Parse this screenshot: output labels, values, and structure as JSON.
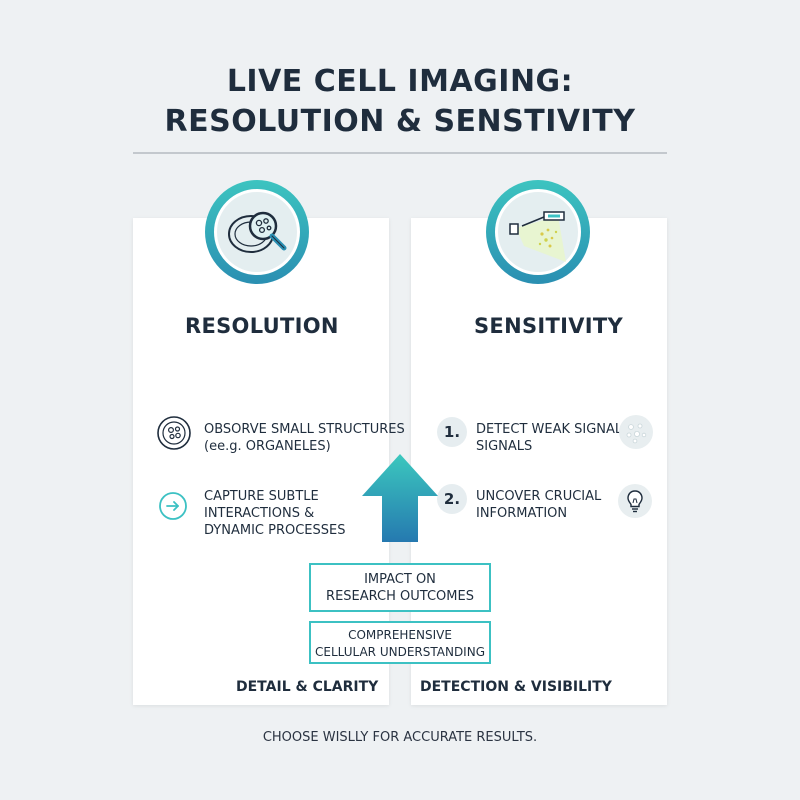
{
  "title": {
    "line1": "LIVE CELL IMAGING:",
    "line2": "RESOLUTION & SENSTIVITY"
  },
  "left_panel": {
    "heading": "RESOLUTION",
    "icon": "magnifier-cells-icon",
    "items": [
      {
        "icon": "cell-circle-icon",
        "line1": "OBSORVE SMALL STRUCTURES",
        "line2": "(ee.g. ORGANELES)"
      },
      {
        "icon": "arrow-right-circle-icon",
        "line1": "CAPTURE SUBTLE",
        "line2": "INTERACTIONS &",
        "line3": "DYNAMIC PROCESSES"
      }
    ],
    "footer": "DETAIL & CLARITY"
  },
  "right_panel": {
    "heading": "SENSITIVITY",
    "icon": "light-detector-icon",
    "items": [
      {
        "number": "1.",
        "line1": "DETECT WEAK SIGNALS",
        "line2": "SIGNALS",
        "icon": "dots-circle-icon"
      },
      {
        "number": "2.",
        "line1": "UNCOVER CRUCIAL",
        "line2": "INFORMATION",
        "icon": "lightbulb-icon"
      }
    ],
    "footer": "DETECTION & VISIBILITY"
  },
  "center": {
    "arrow_icon": "up-arrow-icon",
    "box1": {
      "line1": "IMPACT ON",
      "line2": "RESEARCH OUTCOMES"
    },
    "box2": {
      "line1": "COMPREHENSIVE",
      "line2": "CELLULAR UNDERSTANDING"
    }
  },
  "bottom_note": "CHOOSE WISLLY FOR ACCURATE RESULTS.",
  "colors": {
    "accent_teal": "#3cc1c3",
    "accent_blue": "#2a8fb2",
    "text_dark": "#1f2d3d",
    "background": "#eef1f3"
  }
}
